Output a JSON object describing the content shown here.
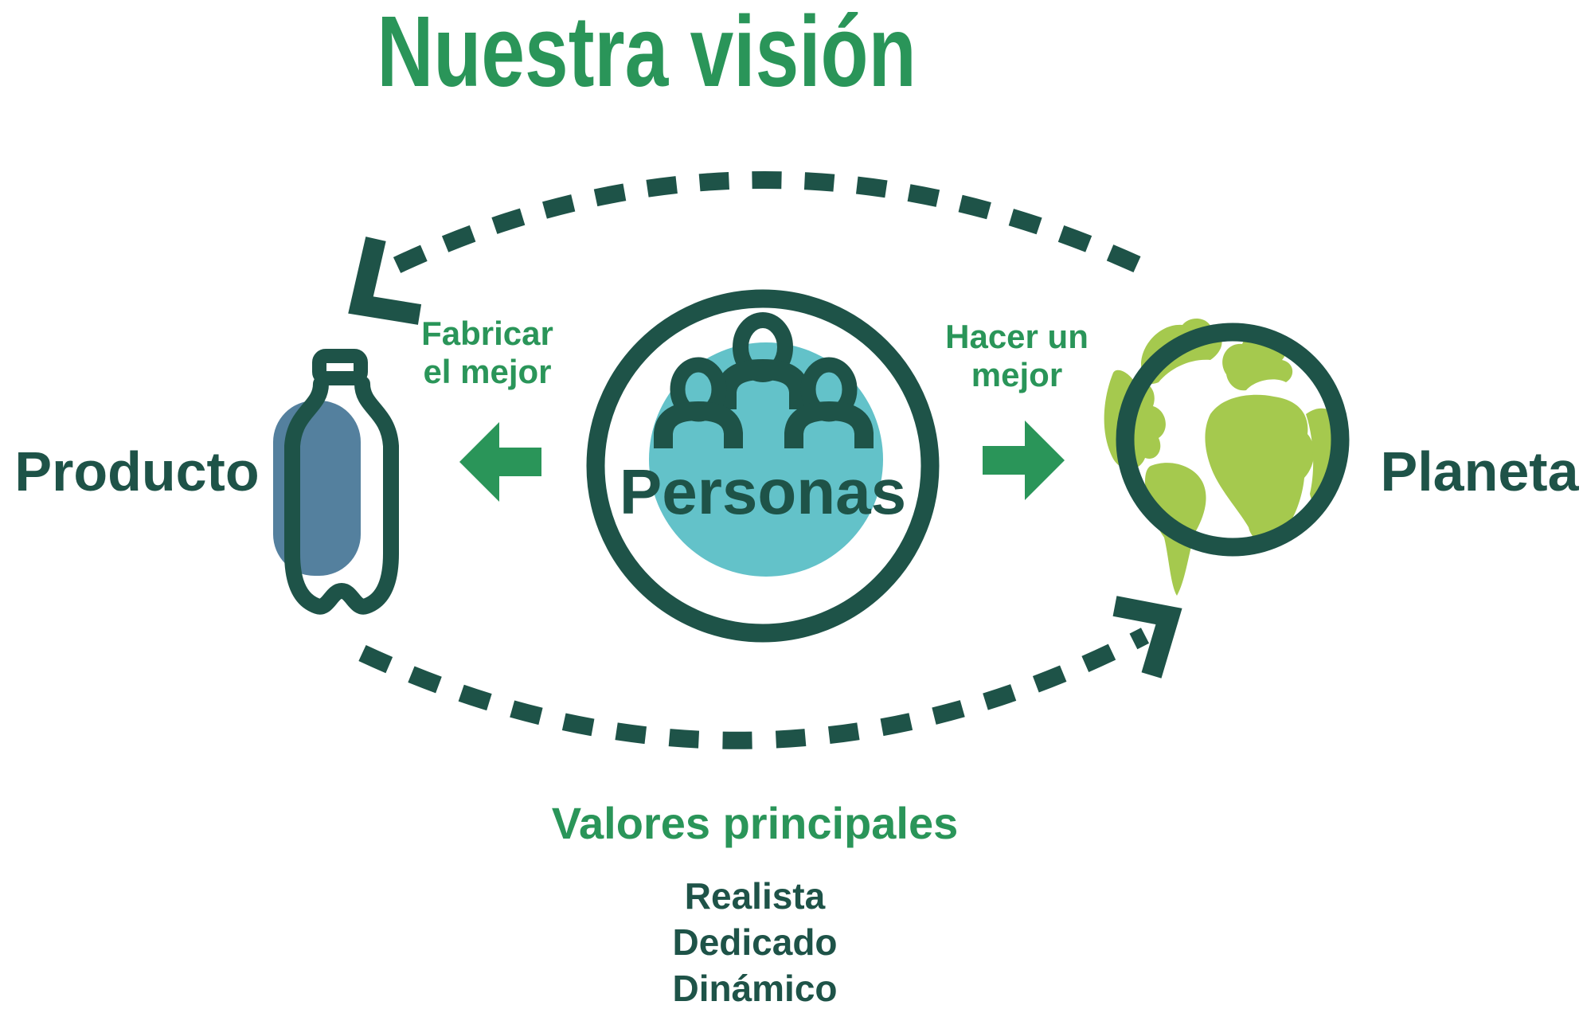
{
  "title": "Nuestra visión",
  "colors": {
    "green": "#2A9559",
    "dark_teal": "#1E5348",
    "teal_fill": "#63C2C9",
    "bottle_blue": "#54809E",
    "globe_lime": "#A5C94E",
    "background": "#FFFFFF"
  },
  "center": {
    "label": "Personas",
    "icon": "people-group-icon"
  },
  "product": {
    "label": "Producto",
    "flow_text": "Fabricar\nel mejor",
    "icon": "bottle-icon"
  },
  "planet": {
    "label": "Planeta",
    "flow_text": "Hacer un\nmejor",
    "icon": "globe-icon"
  },
  "values": {
    "heading": "Valores principales",
    "items": [
      "Realista",
      "Dedicado",
      "Dinámico"
    ]
  }
}
